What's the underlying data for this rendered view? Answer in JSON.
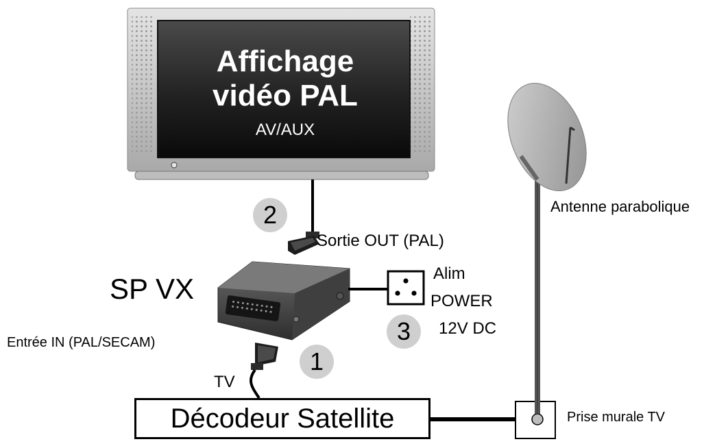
{
  "tv": {
    "title_line1": "Affichage",
    "title_line2": "vidéo PAL",
    "subtitle": "AV/AUX"
  },
  "device": {
    "name": "SP VX"
  },
  "labels": {
    "output": "Sortie OUT (PAL)",
    "input": "Entrée IN (PAL/SECAM)",
    "tv_port": "TV",
    "power_line1": "Alim",
    "power_line2": "POWER",
    "power_line3": "12V DC",
    "antenna": "Antenne parabolique",
    "wall_socket": "Prise murale TV",
    "decoder": "Décodeur Satellite"
  },
  "steps": {
    "step1": "1",
    "step2": "2",
    "step3": "3"
  },
  "colors": {
    "tv_frame": "#c9c9c9",
    "tv_screen": "#2a2a2a",
    "step_circle": "#cfcfcf",
    "dish": "#b3b3b3",
    "mast": "#555555",
    "device_body": "#4a4a4a"
  }
}
